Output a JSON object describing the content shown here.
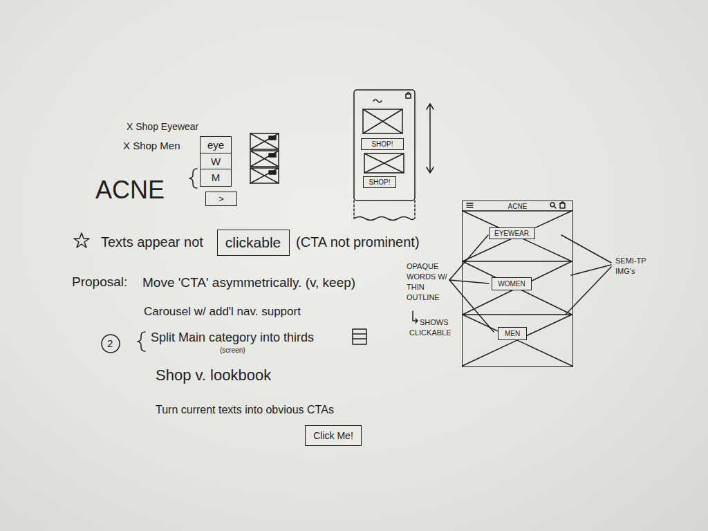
{
  "diagram": {
    "nodes": [
      {
        "text": [
          "eye"
        ]
      },
      {
        "text": [
          "W"
        ]
      },
      {
        "text": [
          "M"
        ]
      },
      {
        "text": [
          ">"
        ]
      },
      {
        "text": [
          "SHOP!"
        ]
      },
      {
        "text": [
          "SHOP!"
        ]
      },
      {
        "text": [
          "ACNE"
        ]
      },
      {
        "text": [
          "EYEWEAR"
        ],
        "in": 6
      },
      {
        "text": [
          "WOMEN"
        ],
        "in": 6
      },
      {
        "text": [
          "MEN"
        ],
        "in": 6
      },
      {
        "text": [
          "clickable"
        ]
      },
      {
        "text": [
          "Click Me!"
        ]
      }
    ],
    "labels": [
      "X Shop Eyewear",
      "X Shop Men",
      "ACNE",
      "Texts appear not",
      "(CTA not prominent)",
      "Proposal:",
      "Move 'CTA' asymmetrically. (v, keep)",
      "Carousel w/ add'l nav. support",
      "2",
      "Split Main category into thirds",
      "(screen)",
      "Shop v. lookbook",
      "Turn current texts into obvious CTAs",
      "OPAQUE WORDS W/ THIN OUTLINE",
      "SHOWS CLICKABLE",
      "SEMI-TP IMG's"
    ]
  }
}
